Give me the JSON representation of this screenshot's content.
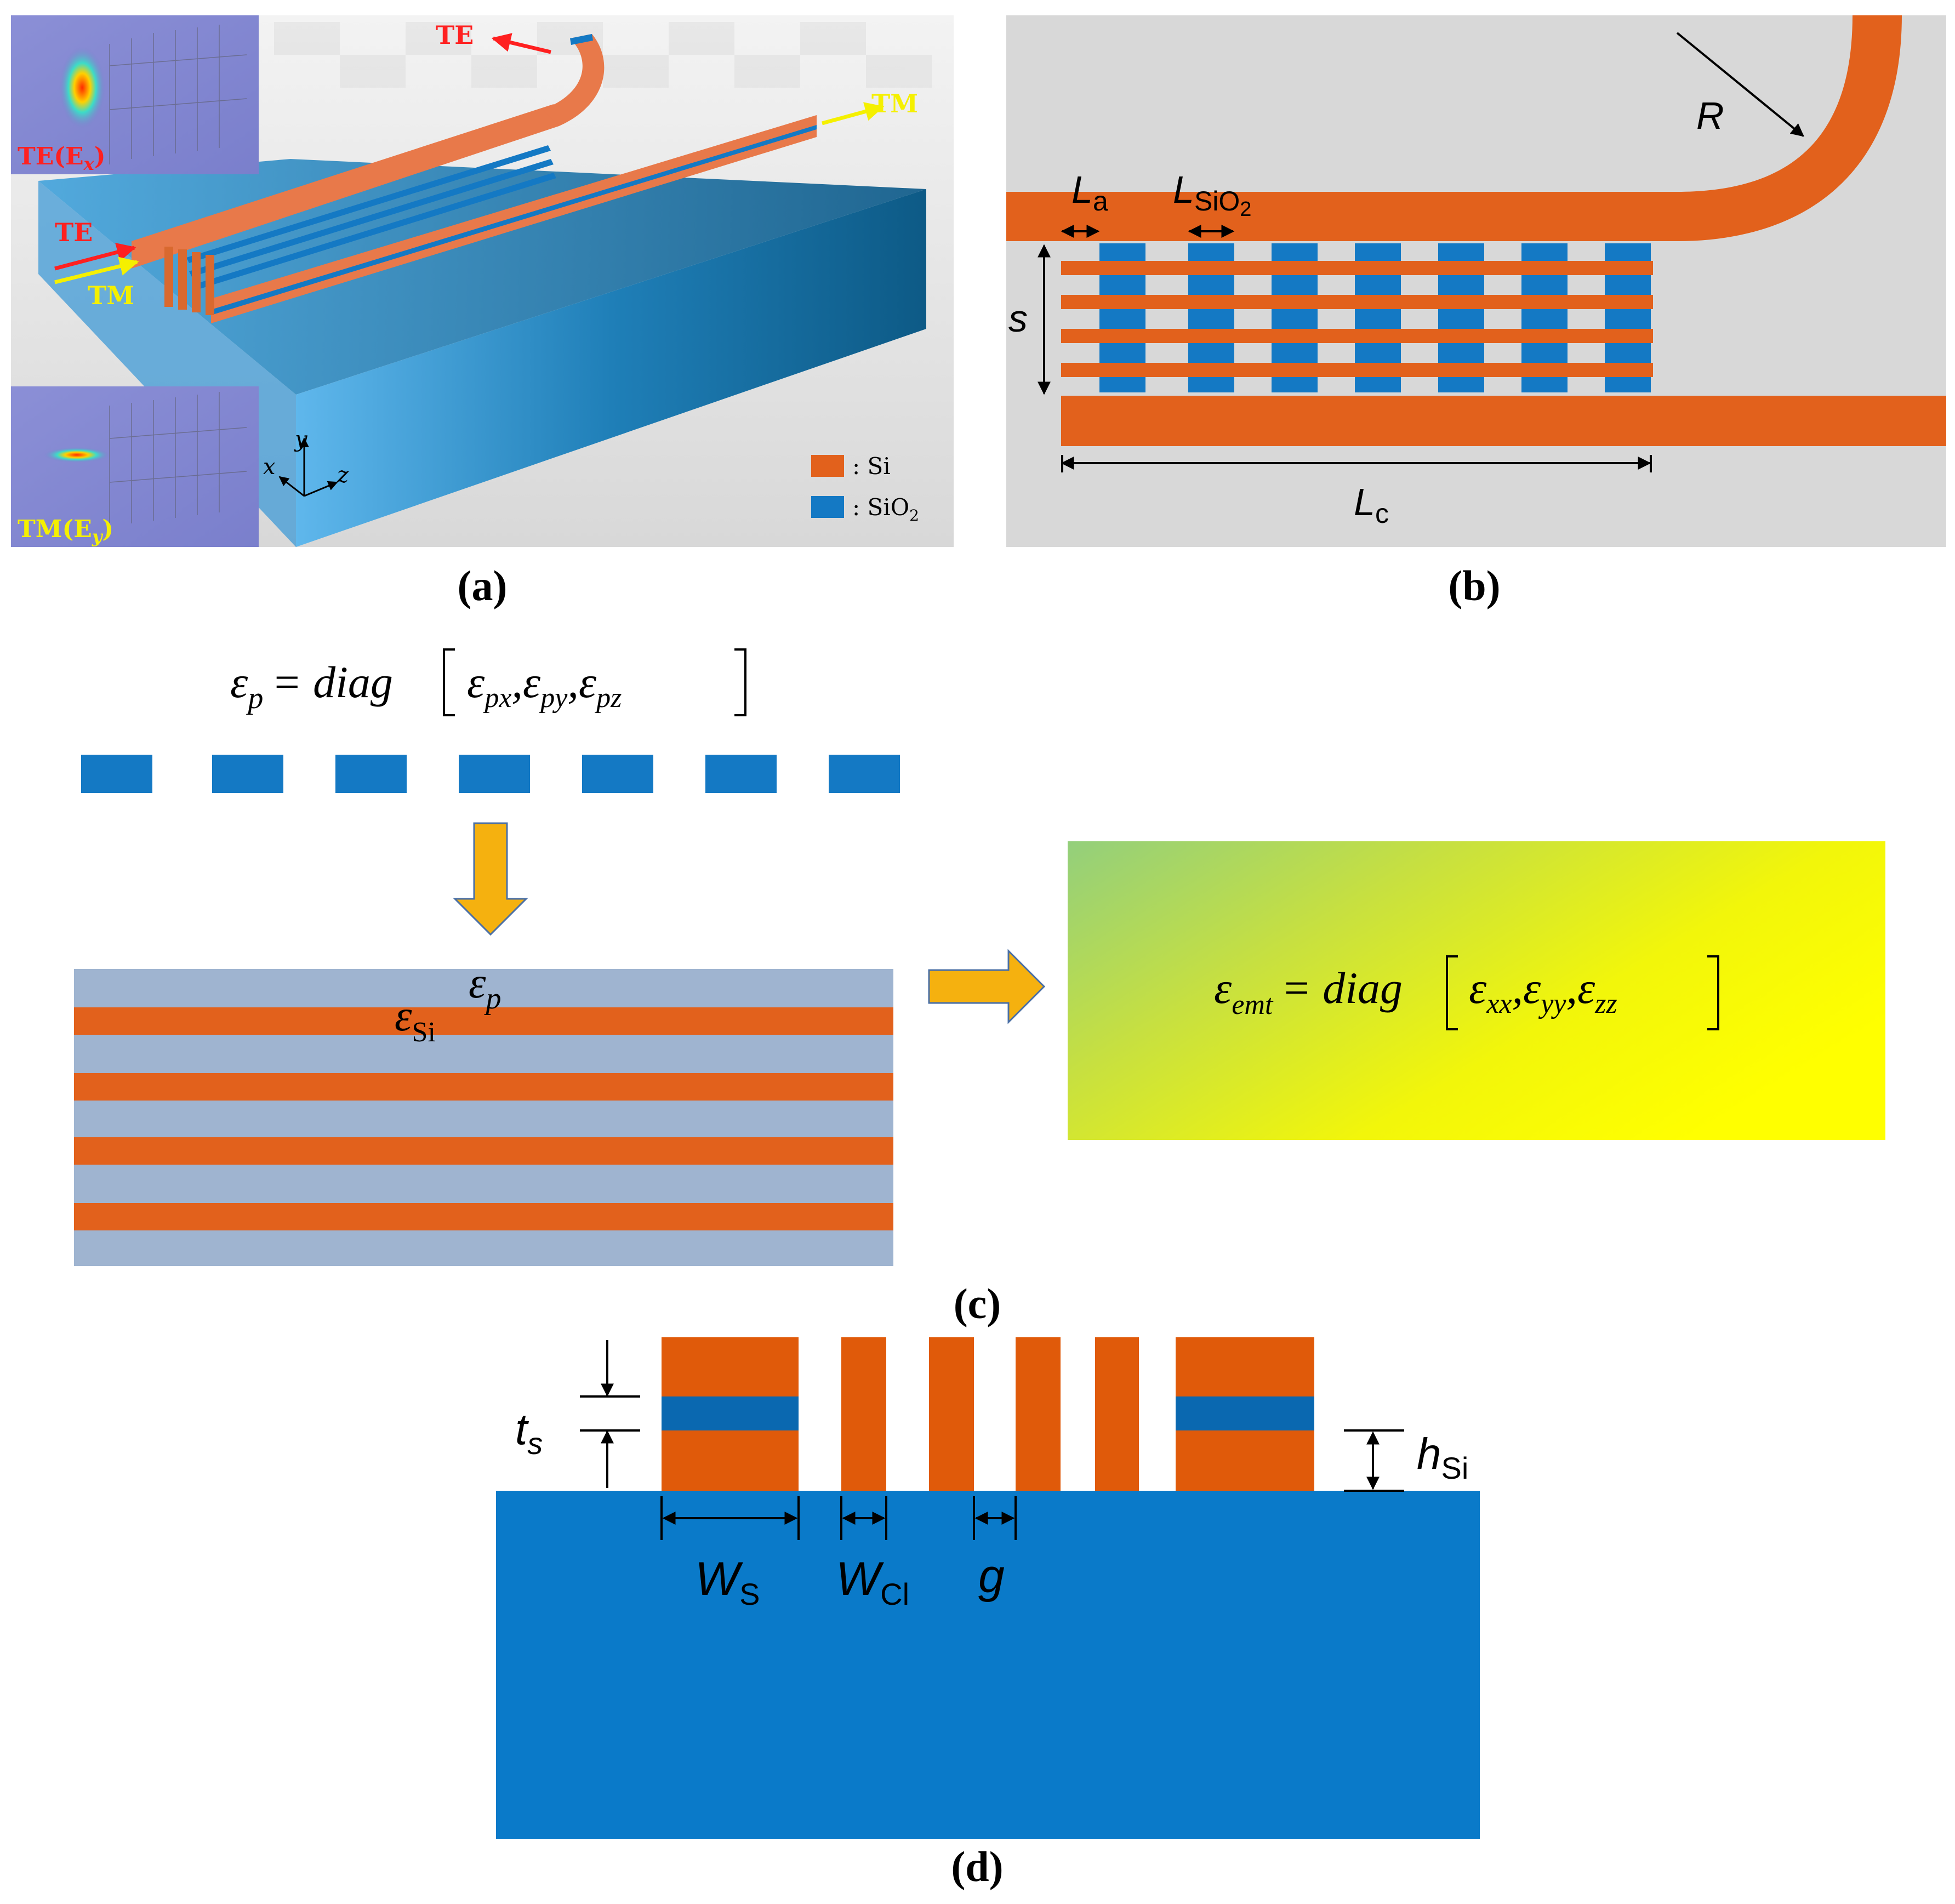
{
  "panel_a": {
    "label": "(a)",
    "te_in": "TE",
    "tm_in": "TM",
    "te_out": "TE",
    "tm_out": "TM",
    "inset_top": "TE(E",
    "inset_top_sub": "x",
    "inset_bottom": "TM(E",
    "inset_bottom_sub": "y",
    "legend_si": ": Si",
    "legend_sio2": ": SiO",
    "legend_sio2_sub": "2",
    "axis_x": "x",
    "axis_y": "y",
    "axis_z": "z",
    "colors": {
      "si": "#e2611c",
      "sio2": "#1479c4"
    }
  },
  "panel_b": {
    "label": "(b)",
    "la": "L",
    "la_sub": "a",
    "lsio2": "L",
    "lsio2_sub": "SiO",
    "lsio2_sub2": "2",
    "s": "s",
    "lc": "L",
    "lc_sub": "c",
    "r": "R"
  },
  "panel_c": {
    "label": "(c)",
    "eq_p_lhs": "ε",
    "eq_p_lhs_sub": "p",
    "eq_p_rhs": "= diag",
    "eq_p_terms": [
      "ε",
      "px",
      "ε",
      "py",
      "ε",
      "pz"
    ],
    "eps_p": "ε",
    "eps_p_sub": "p",
    "eps_si": "ε",
    "eps_si_sub": "Si",
    "eq_emt_lhs": "ε",
    "eq_emt_lhs_sub": "emt",
    "eq_emt_rhs": "= diag",
    "eq_emt_terms": [
      "ε",
      "xx",
      "ε",
      "yy",
      "ε",
      "zz"
    ]
  },
  "panel_d": {
    "label": "(d)",
    "ts": "t",
    "ts_sub": "s",
    "hsi": "h",
    "hsi_sub": "Si",
    "ws": "W",
    "ws_sub": "S",
    "wcl": "W",
    "wcl_sub": "Cl",
    "g": "g"
  }
}
